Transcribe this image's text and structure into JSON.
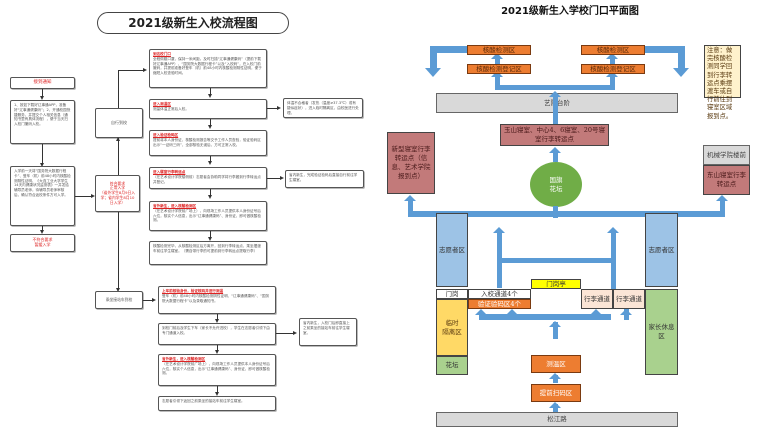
{
  "flowchart": {
    "title": "2021级新生入校流程图",
    "left_column": {
      "notice": "接到通知",
      "prepare": "1、按如下载好辽事通APP，准备好“辽事通健康码”；2、开通校园快捷服务，并提交个人相关信息（通知书里有具体流程），便于当天扫入校门撤码入校。",
      "pre_check": "入学前一天将“国务院大数据行程卡”、登车（机）前48小时内核酸检测阴性证明、《大连工业大学学生14天内健康状况监测表》一并发给辅导员老师，待辅导员老师审核后，确认符合返校条件方可入学。",
      "not_qualified": "不符合要求\n暂缓入学",
      "qualified": "符合要求\n正常入学\n（省外学生8月9日入学；省内学生8月10日入学）"
    },
    "middle_column": {
      "self_arrive": "自行到校",
      "shuttle": "乘坐接站车到校"
    },
    "self_path": [
      {
        "heading": "到达校门口",
        "body": "全程佩戴口罩，保持一米间距。及时扫描“辽事通健康码”（提前下载好辽事通APP）、“国务院大数据行程卡”以及“入校码”，在入校门前撤码，并提前准备好登车（机）前48小时内核酸检测阴性证明，便于缩短入校查验时间。"
      },
      {
        "heading": "进入测温区",
        "body": "测量体温正常后入校。"
      },
      {
        "heading": "进入验证检码区",
        "body": "提前将本人身份证、核酸检测报告等交予工作人员查验，验证验码区出示“一证码三码”，全部核验无误后，方可正常入校。"
      },
      {
        "heading": "进入寝室行李转运点",
        "body": "（在艺术设计学院楼侧前）志愿者会协助同学将行李搬到行李转运点并登记。"
      },
      {
        "heading": "省外新生，进入核酸检测区",
        "body": "（在艺术设计学院前广场上），向现场工作人员提供本人身份证号后六位，核实个人信息，出示“辽事通健康码”、身份证，即可做核酸检测。"
      },
      {
        "heading": "",
        "body": "核酸检测完毕，从核酸检测区后方离开，回到行李转运点，乘坐摆渡车前往学生寝室。（需自带行李的可提前到行李转运点提取行李）"
      }
    ],
    "self_side_notes": [
      "体温不合格者（发热（温度≥37.3℃）或有疑似症状），进入临时隔离区，由校医进行处理。",
      "省内新生，完成验证检码后直接自行前往学生寝室。"
    ],
    "shuttle_path": [
      {
        "heading": "上车前核验身份，验证核码并进行测温",
        "body": "登车（机）前48小时内核酸检测阴性证明、“辽事通健康码”、“国务院大数据行程卡”以及录取通知书。"
      },
      {
        "heading": "",
        "body": "到校门前后及学生下车（家长不允许进校），学生在志愿者引领下由专门通道入校。"
      },
      {
        "heading": "省外新生，进入核酸检测区",
        "body": "（在艺术设计学院前广场上），向现场工作人员提供本人身份证号后六位，核实个人信息，出示“辽事通健康码”、身份证，即可做核酸检测。"
      },
      {
        "heading": "",
        "body": "志愿者引领下返回之前乘坐的接站车前往学生寝室。"
      }
    ],
    "shuttle_side_note": "省内新生，入校门后即直接上之前乘坐的接站车前往学生寝室。"
  },
  "gate_plan": {
    "title": "2021级新生入学校门口平面图",
    "note": "注意：做完核酸检测同学回到行李转运点乘摆渡车或自行前往到寝室区域报到点。",
    "zones": {
      "nat_test_left": "核酸检测区",
      "nat_reg_left": "核酸检测登记区",
      "nat_test_right": "核酸检测区",
      "nat_reg_right": "核酸检测登记区",
      "stage": "艺院台阶",
      "yushan_dorm": "玉山寝室、中心4、6寝室、20号寝室行李转运点",
      "new_dorm": "新型寝室行李转运点（信息、艺术学院报到点）",
      "flower_bed_center": "国旗\n花坛",
      "mech_building": "机械学院楼前",
      "dongshan_dorm": "东山寝室行李转运点",
      "volunteer_left": "志愿者区",
      "volunteer_right": "志愿者区",
      "guard_post": "门岗",
      "entry_lanes": "入校通道4个",
      "guard_booth": "门岗亭",
      "verify_zone": "验证验码区4个",
      "luggage_lane_1": "行李通道",
      "luggage_lane_2": "行李通道",
      "quarantine": "临时\n隔离区",
      "flower_bed_left": "花坛",
      "parent_rest": "家长休息区",
      "temp_zone": "测温区",
      "scan_zone": "提前扫码区",
      "road": "松江路"
    },
    "colors": {
      "arrow": "#5b9bd5",
      "orange": "#ed7d31",
      "rose": "#c27a7a",
      "grey": "#d9d9d9",
      "blue": "#9dc3e6",
      "green": "#a9d18e",
      "yellow": "#ffd966",
      "highlight": "#ffff00",
      "peach": "#fbe5d6",
      "note": "#fff2cc",
      "flag_bed": "#70ad47"
    }
  }
}
